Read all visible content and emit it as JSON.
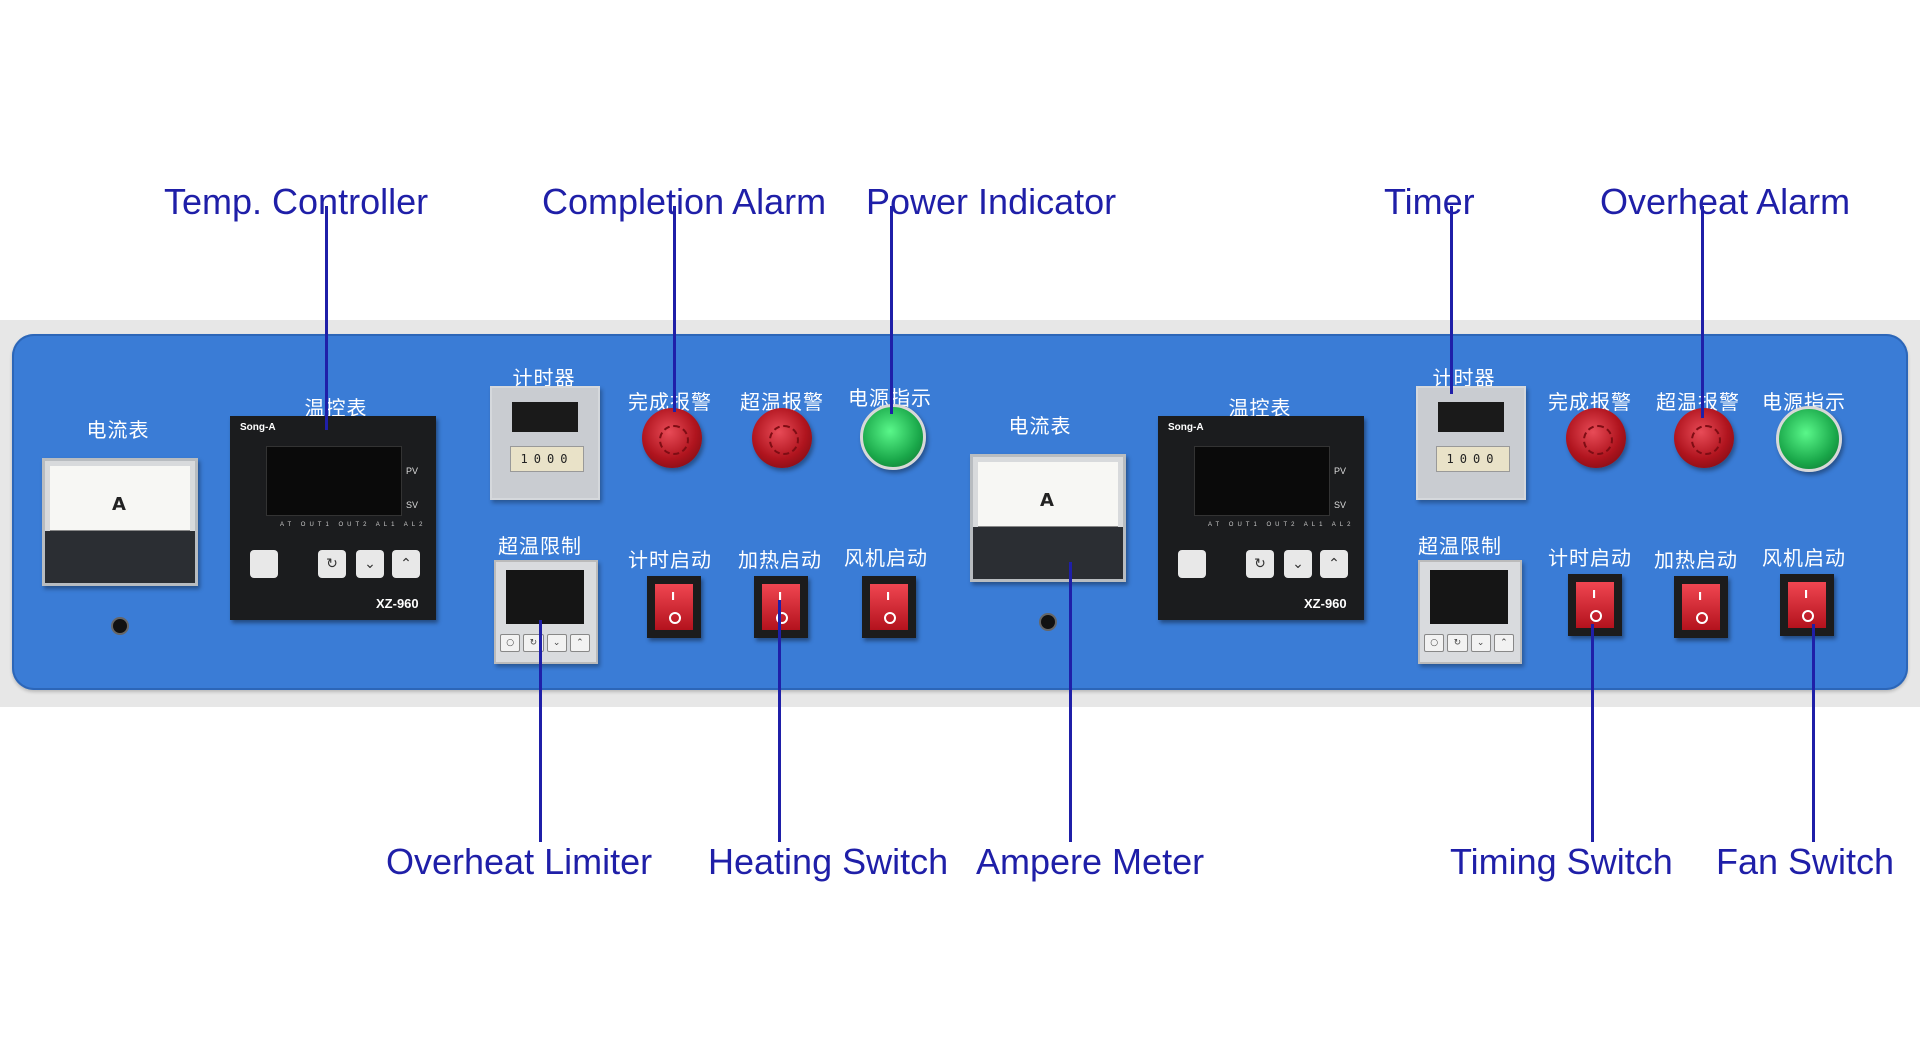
{
  "callouts": {
    "temp_controller": "Temp. Controller",
    "completion_alarm": "Completion Alarm",
    "power_indicator": "Power Indicator",
    "timer": "Timer",
    "overheat_alarm": "Overheat Alarm",
    "overheat_limiter": "Overheat Limiter",
    "heating_switch": "Heating Switch",
    "ampere_meter": "Ampere Meter",
    "timing_switch": "Timing Switch",
    "fan_switch": "Fan Switch"
  },
  "panel_labels": {
    "ammeter": "电流表",
    "temp_controller": "温控表",
    "timer": "计时器",
    "completion_alarm": "完成报警",
    "overheat_alarm": "超温报警",
    "power_indicator": "电源指示",
    "overheat_limiter": "超温限制",
    "timing_start": "计时启动",
    "heating_start": "加热启动",
    "fan_start": "风机启动"
  },
  "device_text": {
    "brand": "Song-A",
    "model": "XZ-960",
    "pv": "PV",
    "sv": "SV",
    "indicators": "AT OUT1 OUT2 AL1 AL2",
    "ammeter_unit": "A",
    "timer_digits": "1000"
  },
  "colors": {
    "panel": "#3a7cd6",
    "callout_text": "#1f1fa8",
    "rocker": "#d11a25",
    "alarm_red": "#b0141e",
    "power_green": "#1aa84a"
  }
}
